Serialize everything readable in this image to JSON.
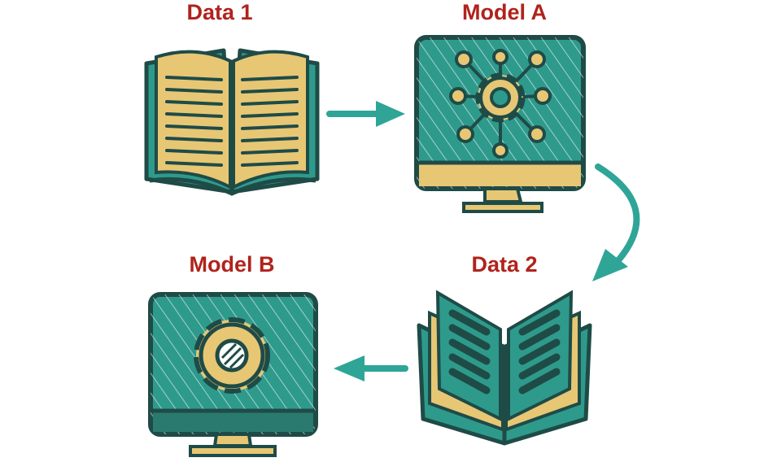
{
  "diagram": {
    "nodes": {
      "data1": {
        "label": "Data 1",
        "icon": "open-book-icon"
      },
      "modelA": {
        "label": "Model A",
        "icon": "monitor-network-gear-icon"
      },
      "data2": {
        "label": "Data 2",
        "icon": "open-book-icon"
      },
      "modelB": {
        "label": "Model B",
        "icon": "monitor-gear-icon"
      }
    },
    "edges": [
      {
        "from": "data1",
        "to": "modelA"
      },
      {
        "from": "modelA",
        "to": "data2"
      },
      {
        "from": "data2",
        "to": "modelB"
      }
    ]
  },
  "colors": {
    "teal": "#2e9a8c",
    "dark": "#1f4b47",
    "gold": "#e7c774",
    "label_red": "#b0231c",
    "arrow": "#2ea597"
  }
}
